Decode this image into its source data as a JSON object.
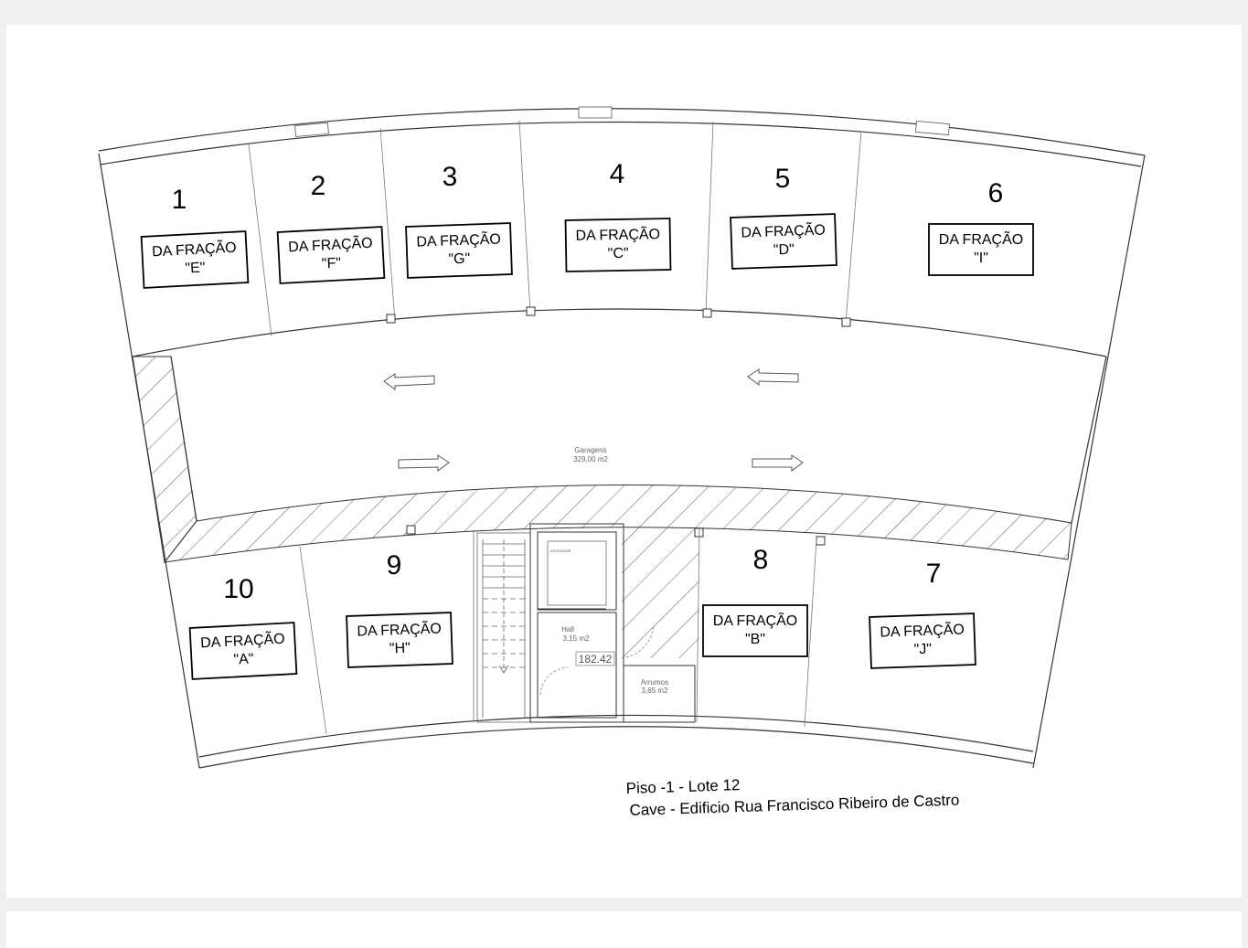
{
  "plan": {
    "garage": {
      "name": "Garagens",
      "area": "329,00 m2"
    },
    "hall": {
      "name": "Hall",
      "area": "3,15 m2"
    },
    "storage": {
      "name": "Arrumos",
      "area": "3,65 m2"
    },
    "elevator_label": "ASCENSOR",
    "level_mark": "182.42",
    "spaces": [
      {
        "number": "1",
        "line1": "DA FRAÇÃO",
        "line2": "\"E\""
      },
      {
        "number": "2",
        "line1": "DA FRAÇÃO",
        "line2": "\"F\""
      },
      {
        "number": "3",
        "line1": "DA FRAÇÃO",
        "line2": "\"G\""
      },
      {
        "number": "4",
        "line1": "DA FRAÇÃO",
        "line2": "\"C\""
      },
      {
        "number": "5",
        "line1": "DA FRAÇÃO",
        "line2": "\"D\""
      },
      {
        "number": "6",
        "line1": "DA FRAÇÃO",
        "line2": "\"I\""
      },
      {
        "number": "7",
        "line1": "DA FRAÇÃO",
        "line2": "\"J\""
      },
      {
        "number": "8",
        "line1": "DA FRAÇÃO",
        "line2": "\"B\""
      },
      {
        "number": "9",
        "line1": "DA FRAÇÃO",
        "line2": "\"H\""
      },
      {
        "number": "10",
        "line1": "DA FRAÇÃO",
        "line2": "\"A\""
      }
    ],
    "title_line1": "Piso -1 - Lote 12",
    "title_line2": "Cave - Edificio Rua Francisco Ribeiro de Castro"
  }
}
